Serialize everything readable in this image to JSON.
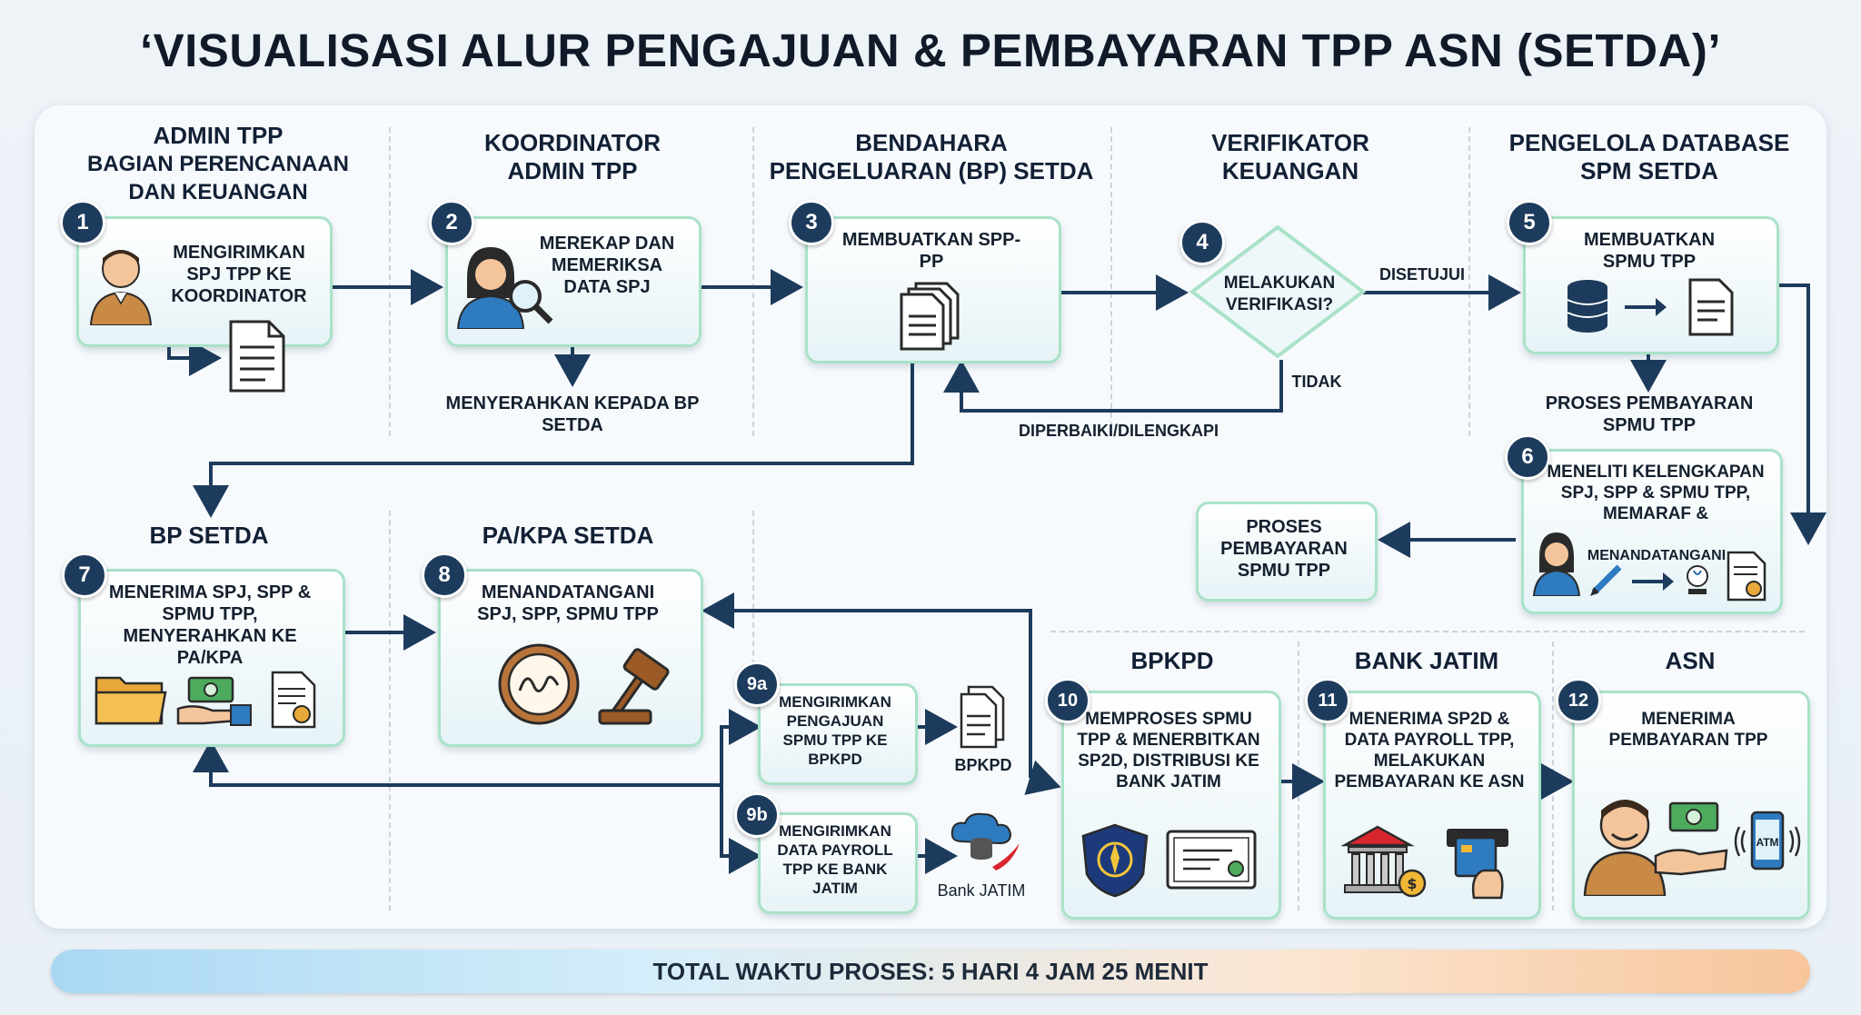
{
  "title": "‘VISUALISASI ALUR PENGAJUAN & PEMBAYARAN TPP ASN (SETDA)’",
  "lanes": {
    "l1": [
      "ADMIN TPP",
      "BAGIAN PERENCANAAN",
      "DAN KEUANGAN"
    ],
    "l2": [
      "KOORDINATOR",
      "ADMIN TPP"
    ],
    "l3": [
      "BENDAHARA",
      "PENGELUARAN (BP) SETDA"
    ],
    "l4": [
      "VERIFIKATOR",
      "KEUANGAN"
    ],
    "l5": [
      "PENGELOLA DATABASE",
      "SPM SETDA"
    ],
    "l7": "BP SETDA",
    "l8": "PA/KPA SETDA",
    "l10": "BPKPD",
    "l11": "BANK JATIM",
    "l12": "ASN"
  },
  "steps": {
    "s1": {
      "num": "1",
      "text": "MENGIRIMKAN SPJ TPP KE KOORDINATOR"
    },
    "s2": {
      "num": "2",
      "text": "MEREKAP DAN MEMERIKSA DATA SPJ"
    },
    "s3": {
      "num": "3",
      "text": "MEMBUATKAN SPP-PP"
    },
    "s4": {
      "num": "4",
      "text": "MELAKUKAN VERIFIKASI?"
    },
    "s5": {
      "num": "5",
      "text": "MEMBUATKAN SPMU TPP"
    },
    "s6": {
      "num": "6",
      "text": "MENELITI KELENGKAPAN SPJ, SPP & SPMU TPP, MEMARAF &",
      "text2": "MENANDATANGANI"
    },
    "s7": {
      "num": "7",
      "text": "MENERIMA SPJ, SPP & SPMU TPP, MENYERAHKAN KE PA/KPA"
    },
    "s8": {
      "num": "8",
      "text": "MENANDATANGANI SPJ, SPP, SPMU TPP"
    },
    "s9a": {
      "num": "9a",
      "text": "MENGIRIMKAN PENGAJUAN SPMU TPP KE BPKPD"
    },
    "s9b": {
      "num": "9b",
      "text": "MENGIRIMKAN DATA PAYROLL TPP KE BANK JATIM"
    },
    "s10": {
      "num": "10",
      "text": "MEMPROSES SPMU TPP & MENERBITKAN SP2D, DISTRIBUSI KE BANK JATIM"
    },
    "s11": {
      "num": "11",
      "text": "MENERIMA SP2D & DATA PAYROLL TPP, MELAKUKAN PEMBAYARAN KE ASN"
    },
    "s12": {
      "num": "12",
      "text": "MENERIMA PEMBAYARAN TPP"
    }
  },
  "process_box": "PROSES PEMBAYARAN SPMU TPP",
  "labels": {
    "handover": "MENYERAHKAN KEPADA BP SETDA",
    "approved": "DISETUJUI",
    "rejected": "TIDAK",
    "fix": "DIPERBAIKI/DILENGKAPI",
    "process_label": "PROSES PEMBAYARAN SPMU TPP",
    "bpkpd": "BPKPD",
    "bank": "Bank JATIM",
    "atm": "ATM"
  },
  "total": "TOTAL WAKTU PROSES: 5 HARI 4 JAM 25 MENIT",
  "colors": {
    "arrow": "#1d3b5c",
    "box_border": "#a9e2c8",
    "badge": "#1d3b5c"
  }
}
